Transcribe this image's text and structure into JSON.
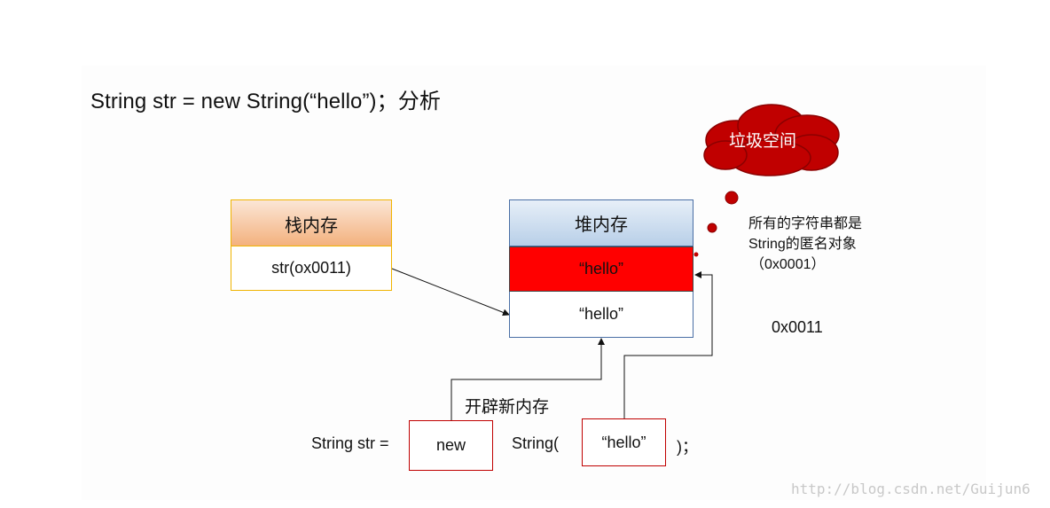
{
  "title": "String str = new String(“hello”)；分析",
  "stack": {
    "header": "栈内存",
    "cell": "str(ox0011)"
  },
  "heap": {
    "header": "堆内存",
    "anon_cell": "“hello”",
    "new_cell": "“hello”"
  },
  "cloud": {
    "label": "垃圾空间"
  },
  "note": {
    "line1": "所有的字符串都是",
    "line2": "String的匿名对象",
    "line3": "（0x0001）"
  },
  "address_label": "0x0011",
  "allocate_label": "开辟新内存",
  "code": {
    "prefix": "String  str =",
    "new_kw": "new",
    "ctor": "String(",
    "arg": "“hello”",
    "suffix": ")；"
  },
  "watermark": "http://blog.csdn.net/Guijun6",
  "colors": {
    "heap_anon_fill": "#ff0000",
    "cloud_fill": "#c00000",
    "box_border_red": "#c00000",
    "stack_border": "#f0b400"
  }
}
